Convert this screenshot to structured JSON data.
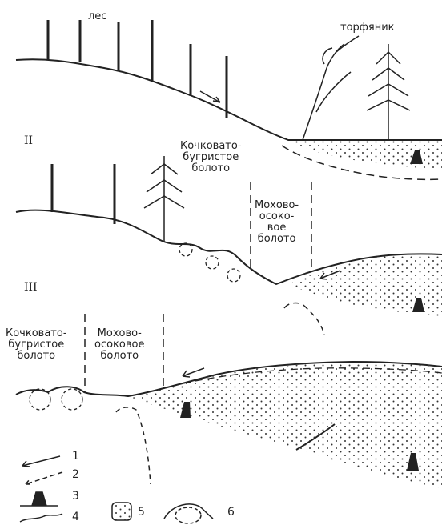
{
  "panels": {
    "stage_1": {
      "label_forest": "лес",
      "label_peat": "торфяник"
    },
    "stage_2": {
      "numeral": "II",
      "label_hummock_bog": "Кочковато-\nбугристое\nболото",
      "label_moss_sedge_bog": "Мохово-\nосоко-\nвое\nболото"
    },
    "stage_3": {
      "numeral": "III",
      "label_hummock_bog": "Кочковато-\nбугристое\nболото",
      "label_moss_sedge_bog": "Мохово-\nосоковое\nболото"
    }
  },
  "legend": {
    "items": [
      {
        "number": "1",
        "icon": "arrow-icon"
      },
      {
        "number": "2",
        "icon": "dashed-arrow-icon"
      },
      {
        "number": "3",
        "icon": "stump-icon"
      },
      {
        "number": "4",
        "icon": "moss-cover-icon"
      },
      {
        "number": "5",
        "icon": "peat-stipple-icon"
      },
      {
        "number": "6",
        "icon": "hummock-icon"
      }
    ]
  },
  "colors": {
    "ink": "#222222",
    "paper": "#ffffff"
  }
}
